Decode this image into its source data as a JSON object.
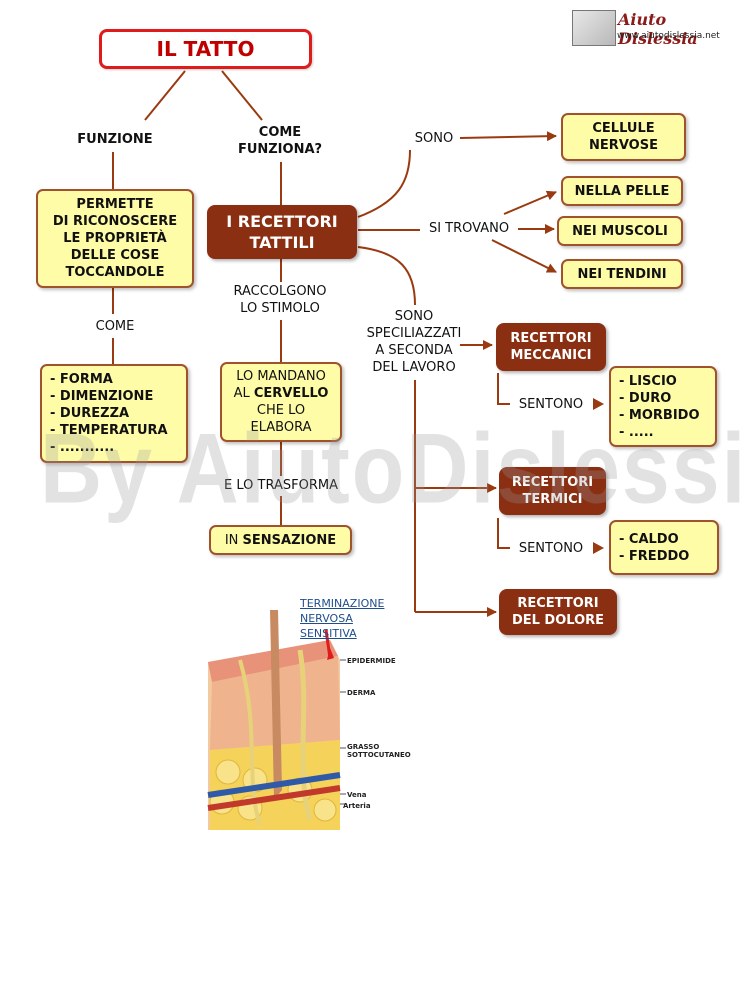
{
  "logo": {
    "title": "Aiuto Dislessia",
    "url": "www.aiutodislessia.net"
  },
  "watermark": "By AiutoDislessia.net",
  "title": "IL TATTO",
  "labels": {
    "funzione": "FUNZIONE",
    "come_funziona": [
      "COME",
      "FUNZIONA?"
    ],
    "sono": "SONO",
    "si_trovano": "SI TROVANO",
    "come": "COME",
    "raccolgono": [
      "RACCOLGONO",
      "LO STIMOLO"
    ],
    "specializzati": [
      "SONO",
      "SPECILIAZZATI",
      "A SECONDA",
      "DEL LAVORO"
    ],
    "sentono_1": "SENTONO",
    "sentono_2": "SENTONO",
    "trasforma": "E LO TRASFORMA"
  },
  "boxes": {
    "permette": [
      "PERMETTE",
      "DI RICONOSCERE",
      "LE PROPRIETÀ",
      "DELLE COSE",
      "TOCCANDOLE"
    ],
    "proprieta": [
      "- FORMA",
      "- DIMENZIONE",
      "- DUREZZA",
      "- TEMPERATURA",
      "- ..........."
    ],
    "recettori_tattili": [
      "I RECETTORI",
      "TATTILI"
    ],
    "cellule": [
      "CELLULE",
      "NERVOSE"
    ],
    "pelle": "NELLA PELLE",
    "muscoli": "NEI MUSCOLI",
    "tendini": "NEI TENDINI",
    "mandano": {
      "l1": "LO MANDANO",
      "l2_pre": "AL ",
      "l2_bold": "CERVELLO",
      "l3": "CHE LO",
      "l4": "ELABORA"
    },
    "sensazione": {
      "pre": "IN ",
      "bold": "SENSAZIONE"
    },
    "meccanici": [
      "RECETTORI",
      "MECCANICI"
    ],
    "mecc_list": [
      "- LISCIO",
      "- DURO",
      "- MORBIDO",
      "- ....."
    ],
    "termici": [
      "RECETTORI",
      "TERMICI"
    ],
    "term_list": [
      "- CALDO",
      "- FREDDO"
    ],
    "dolore": [
      "RECETTORI",
      "DEL DOLORE"
    ]
  },
  "illustration": {
    "termination": [
      "TERMINAZIONE",
      "NERVOSA",
      "SENSITIVA"
    ],
    "epidermide": "EPIDERMIDE",
    "derma": "DERMA",
    "grasso": [
      "GRASSO",
      "SOTTOCUTANEO"
    ],
    "vena": "Vena",
    "arteria": "Arteria"
  },
  "colors": {
    "arrow": "#9a3a10",
    "dark_box": "#8b2f12",
    "yellow_box": "#fffca8",
    "title_border": "#e01b1b"
  }
}
